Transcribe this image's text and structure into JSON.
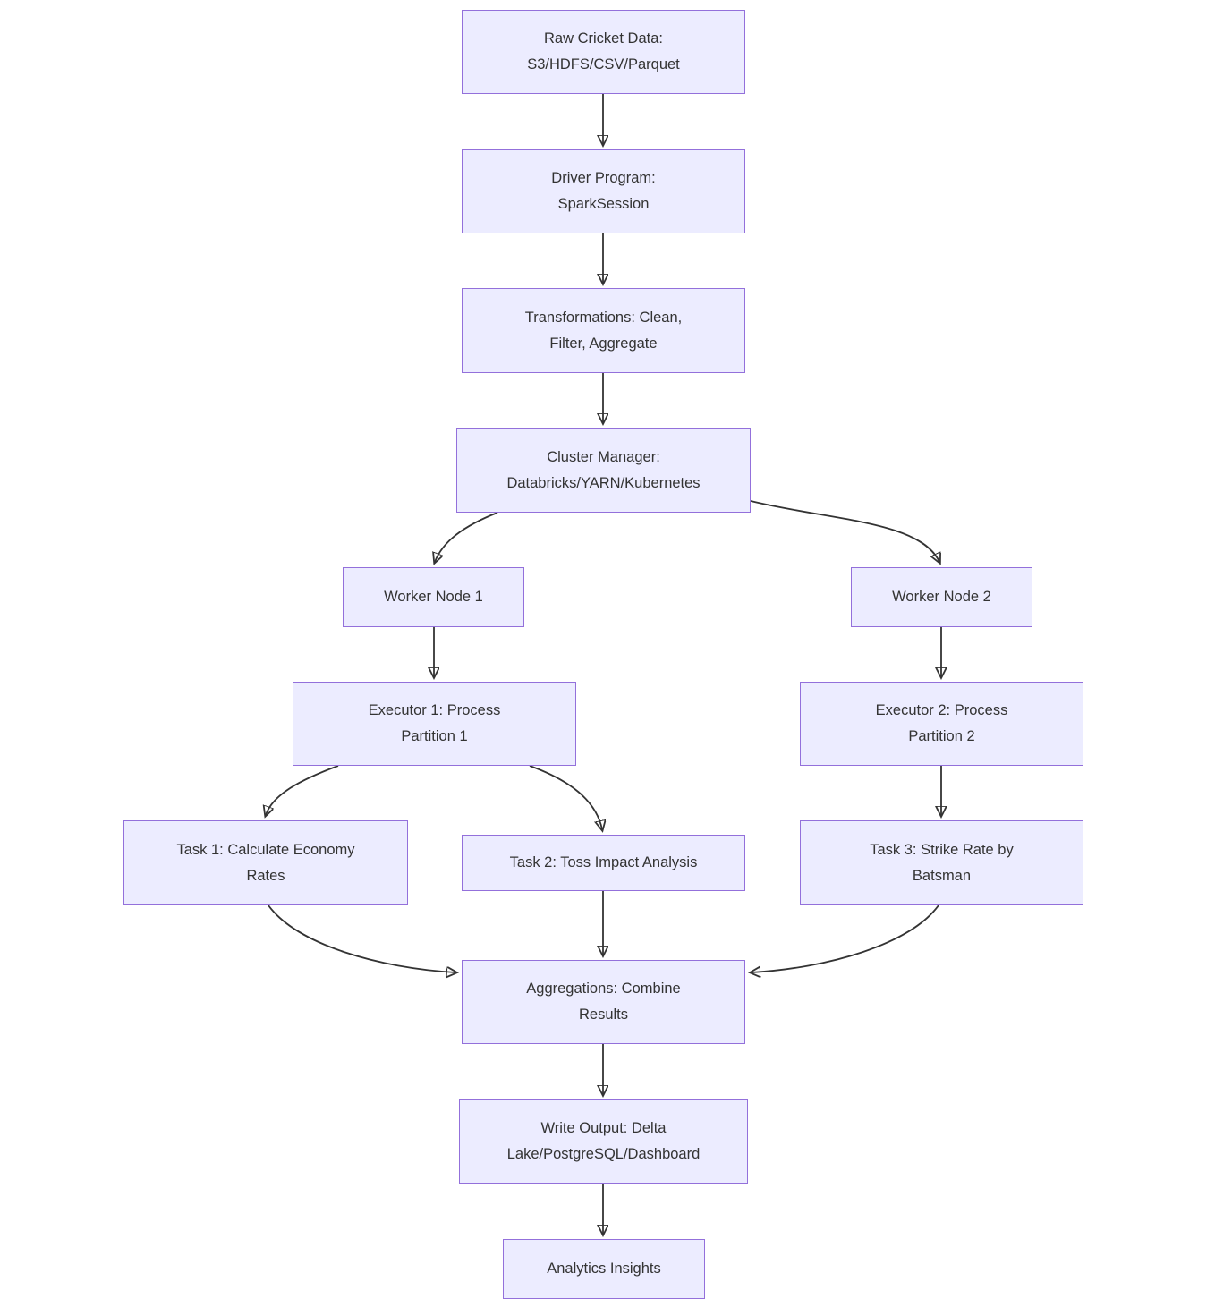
{
  "diagram": {
    "type": "flowchart",
    "direction": "top-down",
    "colors": {
      "background": "#ffffff",
      "node_fill": "#ECECFF",
      "node_border": "#9370DB",
      "edge": "#333333",
      "text": "#333333"
    },
    "nodes": [
      {
        "id": "raw",
        "label": "Raw Cricket Data:\nS3/HDFS/CSV/Parquet"
      },
      {
        "id": "driver",
        "label": "Driver Program:\nSparkSession"
      },
      {
        "id": "transforms",
        "label": "Transformations: Clean,\nFilter, Aggregate"
      },
      {
        "id": "cluster",
        "label": "Cluster Manager:\nDatabricks/YARN/Kubernetes"
      },
      {
        "id": "worker1",
        "label": "Worker Node 1"
      },
      {
        "id": "worker2",
        "label": "Worker Node 2"
      },
      {
        "id": "executor1",
        "label": "Executor 1: Process\nPartition 1"
      },
      {
        "id": "executor2",
        "label": "Executor 2: Process\nPartition 2"
      },
      {
        "id": "task1",
        "label": "Task 1: Calculate Economy\nRates"
      },
      {
        "id": "task2",
        "label": "Task 2: Toss Impact Analysis"
      },
      {
        "id": "task3",
        "label": "Task 3: Strike Rate by\nBatsman"
      },
      {
        "id": "aggregations",
        "label": "Aggregations: Combine\nResults"
      },
      {
        "id": "output",
        "label": "Write Output: Delta\nLake/PostgreSQL/Dashboard"
      },
      {
        "id": "insights",
        "label": "Analytics Insights"
      }
    ],
    "edges": [
      {
        "from": "raw",
        "to": "driver"
      },
      {
        "from": "driver",
        "to": "transforms"
      },
      {
        "from": "transforms",
        "to": "cluster"
      },
      {
        "from": "cluster",
        "to": "worker1"
      },
      {
        "from": "cluster",
        "to": "worker2"
      },
      {
        "from": "worker1",
        "to": "executor1"
      },
      {
        "from": "worker2",
        "to": "executor2"
      },
      {
        "from": "executor1",
        "to": "task1"
      },
      {
        "from": "executor1",
        "to": "task2"
      },
      {
        "from": "executor2",
        "to": "task3"
      },
      {
        "from": "task1",
        "to": "aggregations"
      },
      {
        "from": "task2",
        "to": "aggregations"
      },
      {
        "from": "task3",
        "to": "aggregations"
      },
      {
        "from": "aggregations",
        "to": "output"
      },
      {
        "from": "output",
        "to": "insights"
      }
    ]
  }
}
